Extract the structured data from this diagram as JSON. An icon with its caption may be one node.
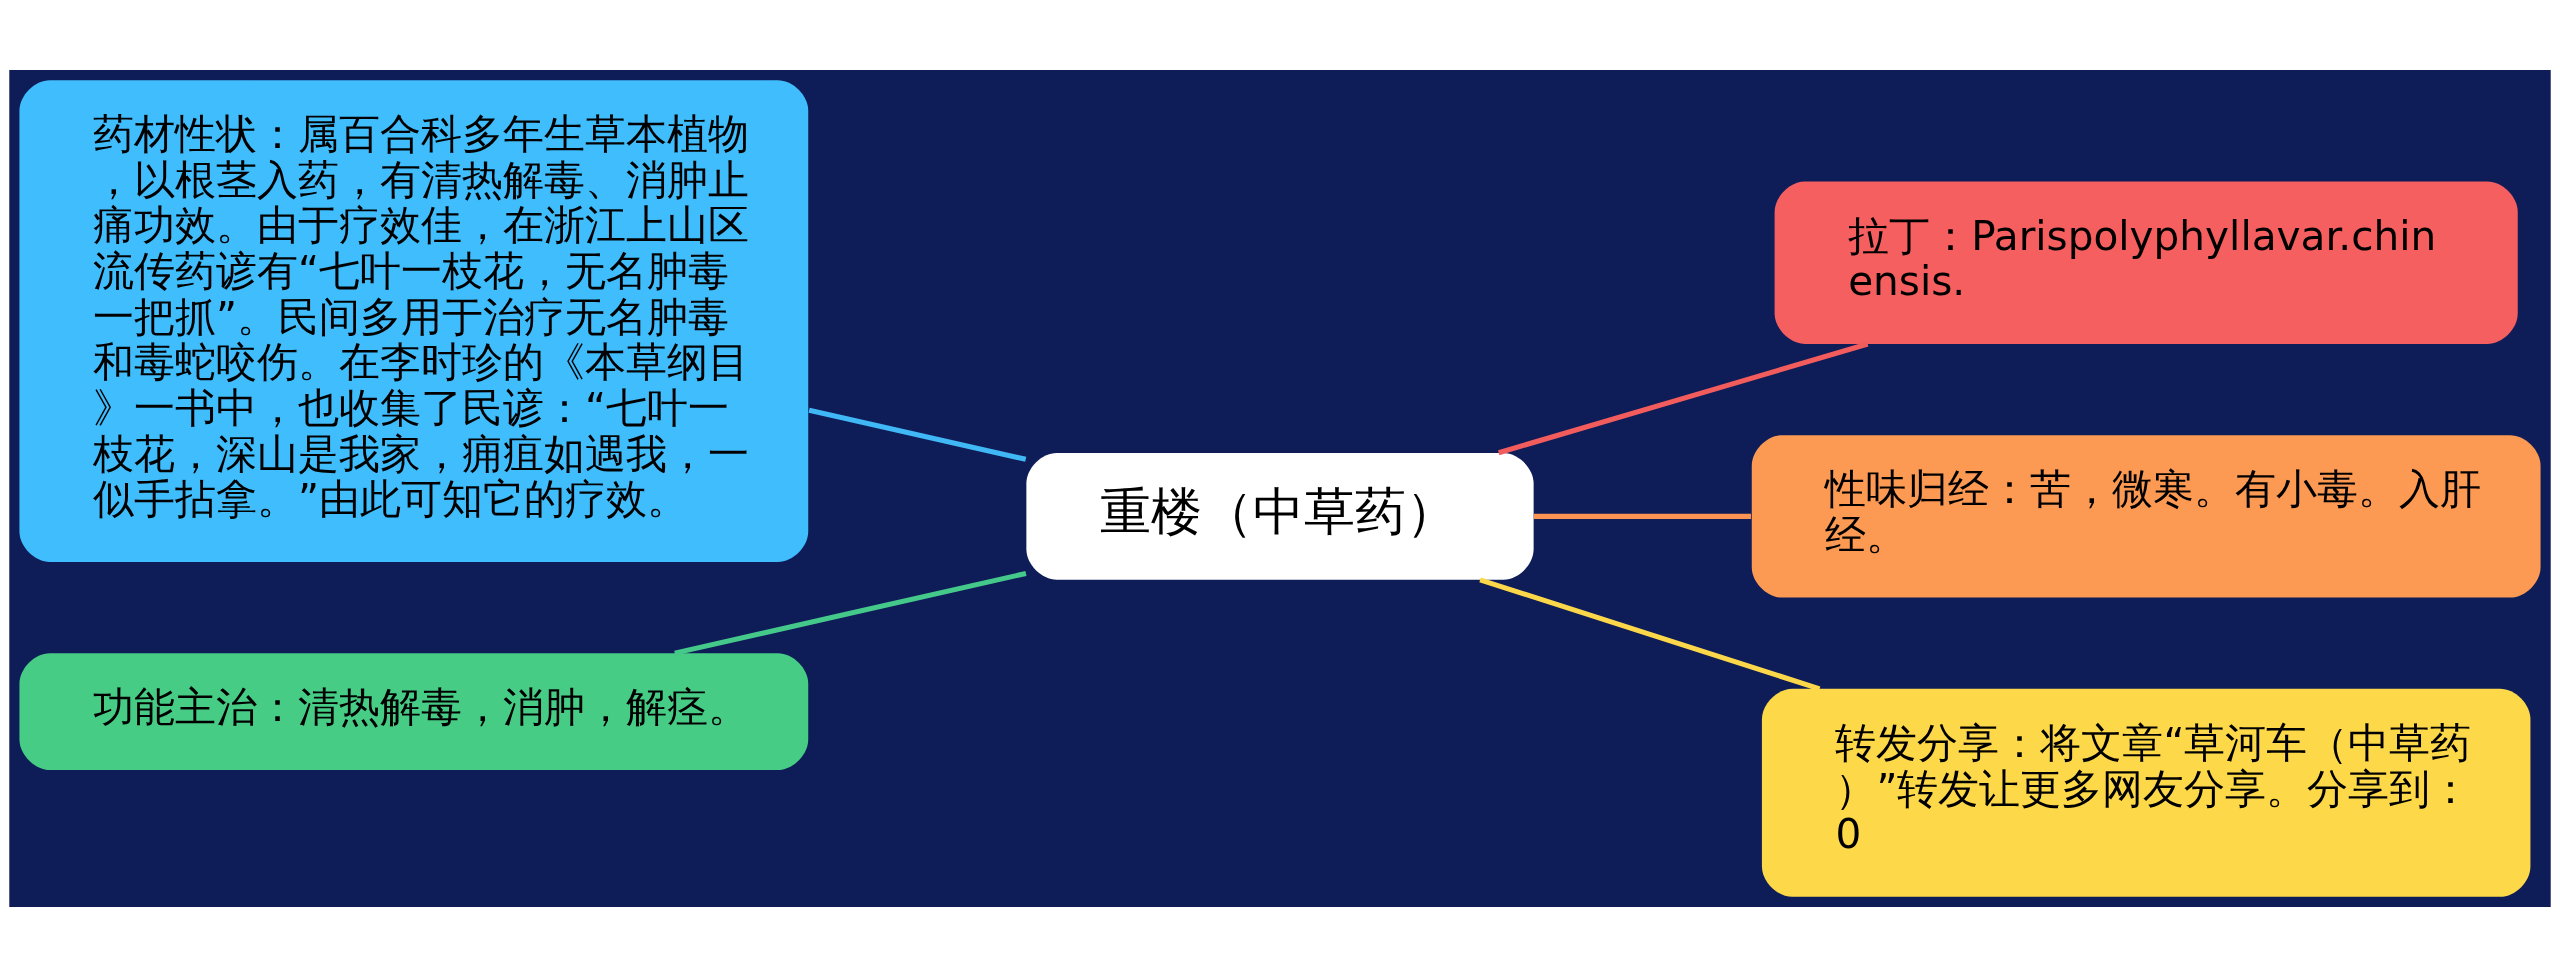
{
  "diagram": {
    "nodes": [
      {
        "text": [
          "重楼（中草药）"
        ]
      },
      {
        "text": [
          "药材性状：属百合科多年生草本植物，以根茎入药，有清热解毒、消肿止痛功效。由于疗效佳，在浙江上山区流传药谚有“七叶一枝花，无名肿毒一把抓”。民间多用于治疗无名肿毒和毒蛇咬伤。在李时珍的《本草纲目》一书中，也收集了民谚：“七叶一枝花，深山是我家，痈疽如遇我，一似手拈拿。”由此可知它的疗效。"
        ]
      },
      {
        "text": [
          "功能主治：清热解毒，消肿，解痉。"
        ]
      },
      {
        "text": [
          "拉丁：Parispolyphyllavar.chinensis."
        ]
      },
      {
        "text": [
          "性味归经：苦，微寒。有小毒。入肝经。"
        ]
      },
      {
        "text": [
          "转发分享：将文章“草河车（中草药）”转发让更多网友分享。分享到：0"
        ]
      }
    ],
    "edges": [
      {
        "from": 0,
        "to": 1,
        "arrow": "none",
        "color": "#40b8f5"
      },
      {
        "from": 0,
        "to": 2,
        "arrow": "none",
        "color": "#45c98a"
      },
      {
        "from": 0,
        "to": 3,
        "arrow": "none",
        "color": "#f25c5c"
      },
      {
        "from": 0,
        "to": 4,
        "arrow": "none",
        "color": "#fb9452"
      },
      {
        "from": 0,
        "to": 5,
        "arrow": "none",
        "color": "#fcd74a"
      }
    ]
  }
}
